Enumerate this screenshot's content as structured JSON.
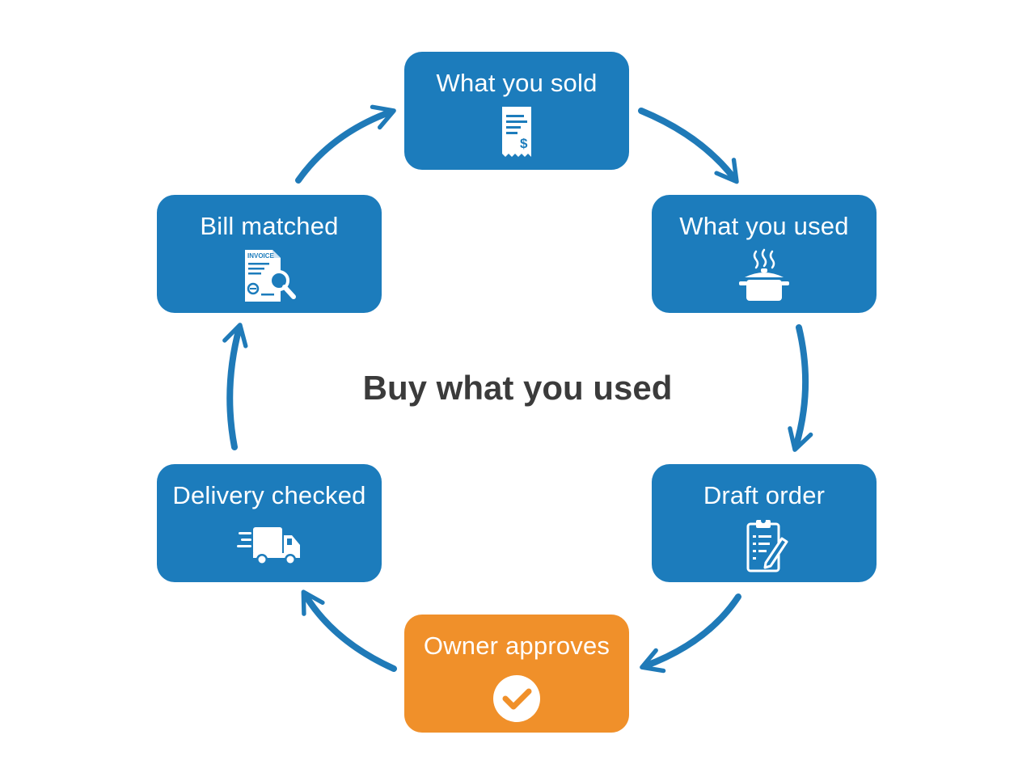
{
  "center_title": "Buy what you used",
  "colors": {
    "step": "#1c7cbc",
    "highlight": "#f0902a",
    "arrow": "#1f7ab8",
    "title": "#3b3b3b"
  },
  "steps": [
    {
      "label": "What you sold",
      "icon": "receipt-icon"
    },
    {
      "label": "What you used",
      "icon": "cooking-pot-icon"
    },
    {
      "label": "Draft order",
      "icon": "clipboard-checklist-icon"
    },
    {
      "label": "Owner approves",
      "icon": "checkmark-circle-icon",
      "highlighted": true
    },
    {
      "label": "Delivery checked",
      "icon": "delivery-truck-icon"
    },
    {
      "label": "Bill matched",
      "icon": "invoice-search-icon",
      "icon_text": "INVOICE"
    }
  ]
}
